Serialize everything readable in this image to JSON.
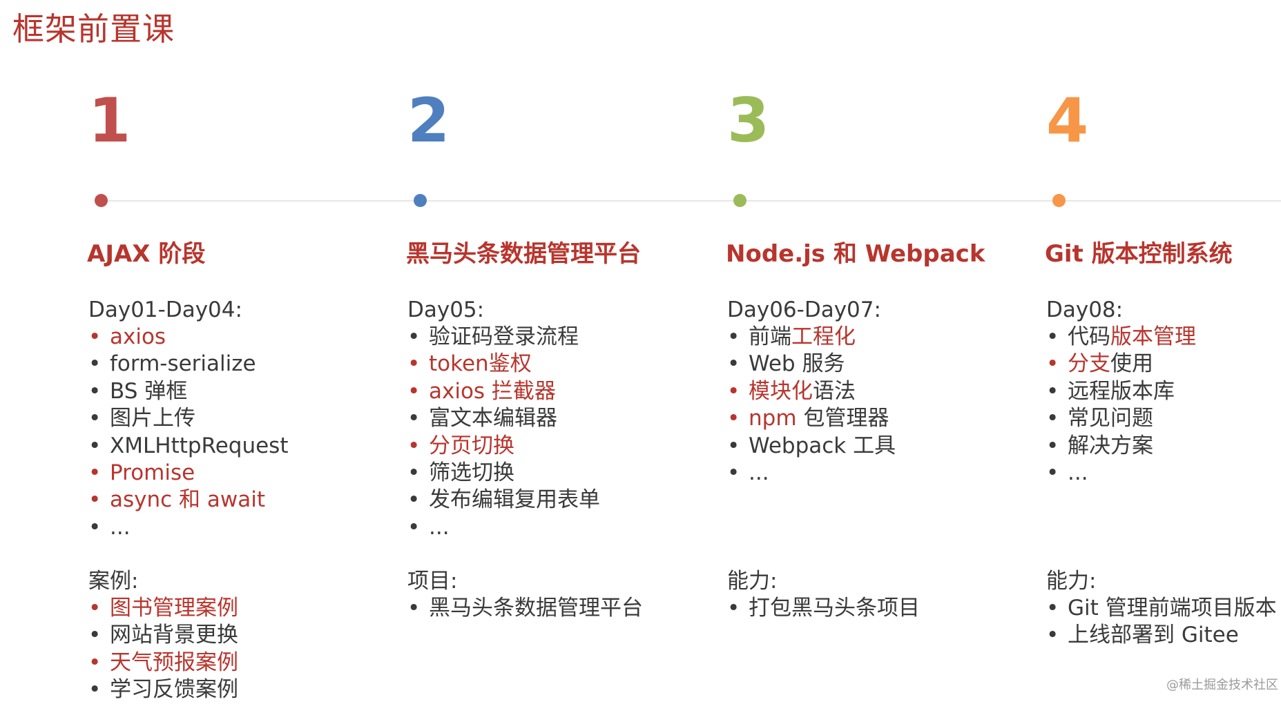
{
  "page": {
    "title": "框架前置课"
  },
  "colors": {
    "accent_red": "#b8352d",
    "step1": "#c0504d",
    "step2": "#4f7fbf",
    "step3": "#9bbb59",
    "step4": "#f79646",
    "timeline": "#e6e6e6",
    "text": "#3a3a3a"
  },
  "columns": [
    {
      "number": "1",
      "title": "AJAX 阶段",
      "days_label": "Day01-Day04:",
      "topics": [
        {
          "text": "axios",
          "highlight": true
        },
        {
          "text": "form-serialize",
          "highlight": false
        },
        {
          "text": "BS 弹框",
          "highlight": false
        },
        {
          "text": "图片上传",
          "highlight": false
        },
        {
          "text": "XMLHttpRequest",
          "highlight": false
        },
        {
          "text": "Promise",
          "highlight": true
        },
        {
          "text": "async 和 await",
          "highlight": true
        },
        {
          "text": "...",
          "highlight": false
        }
      ],
      "section_label": "案例:",
      "section_items": [
        {
          "text": "图书管理案例",
          "highlight": true
        },
        {
          "text": "网站背景更换",
          "highlight": false
        },
        {
          "text": "天气预报案例",
          "highlight": true
        },
        {
          "text": "学习反馈案例",
          "highlight": false
        }
      ]
    },
    {
      "number": "2",
      "title": "黑马头条数据管理平台",
      "days_label": "Day05:",
      "topics": [
        {
          "text": "验证码登录流程",
          "highlight": false
        },
        {
          "text": "token鉴权",
          "highlight": true
        },
        {
          "text": "axios 拦截器",
          "highlight": true
        },
        {
          "text": "富文本编辑器",
          "highlight": false
        },
        {
          "text": "分页切换",
          "highlight": true
        },
        {
          "text": "筛选切换",
          "highlight": false
        },
        {
          "text": "发布编辑复用表单",
          "highlight": false
        },
        {
          "text": "...",
          "highlight": false
        }
      ],
      "section_label": "项目:",
      "section_items": [
        {
          "text": "黑马头条数据管理平台",
          "highlight": false
        }
      ]
    },
    {
      "number": "3",
      "title": "Node.js 和 Webpack",
      "days_label": "Day06-Day07:",
      "topics": [
        {
          "text_plain": "前端",
          "text_hl": "工程化",
          "mixed": true
        },
        {
          "text": "Web 服务",
          "highlight": false
        },
        {
          "text_hl": "模块化",
          "text_plain": "语法",
          "mixed": true,
          "hl_first": true
        },
        {
          "text_hl": "npm",
          "text_plain": " 包管理器",
          "mixed": true,
          "hl_first": true
        },
        {
          "text": "Webpack 工具",
          "highlight": false
        },
        {
          "text": "...",
          "highlight": false
        }
      ],
      "section_label": "能力:",
      "section_items": [
        {
          "text": "  打包黑马头条项目",
          "highlight": false
        }
      ]
    },
    {
      "number": "4",
      "title": "Git 版本控制系统",
      "days_label": "Day08:",
      "topics": [
        {
          "text_plain": "代码",
          "text_hl": "版本管理",
          "mixed": true
        },
        {
          "text_hl": "分支",
          "text_plain": "使用",
          "mixed": true,
          "hl_first": true
        },
        {
          "text": "远程版本库",
          "highlight": false
        },
        {
          "text": "常见问题",
          "highlight": false
        },
        {
          "text": "解决方案",
          "highlight": false
        },
        {
          "text": "...",
          "highlight": false
        }
      ],
      "section_label": "能力:",
      "section_items": [
        {
          "text": "Git 管理前端项目版本",
          "highlight": false
        },
        {
          "text": "上线部署到 Gitee",
          "highlight": false
        }
      ]
    }
  ],
  "bullet_char": "•",
  "watermark": "@稀土掘金技术社区"
}
